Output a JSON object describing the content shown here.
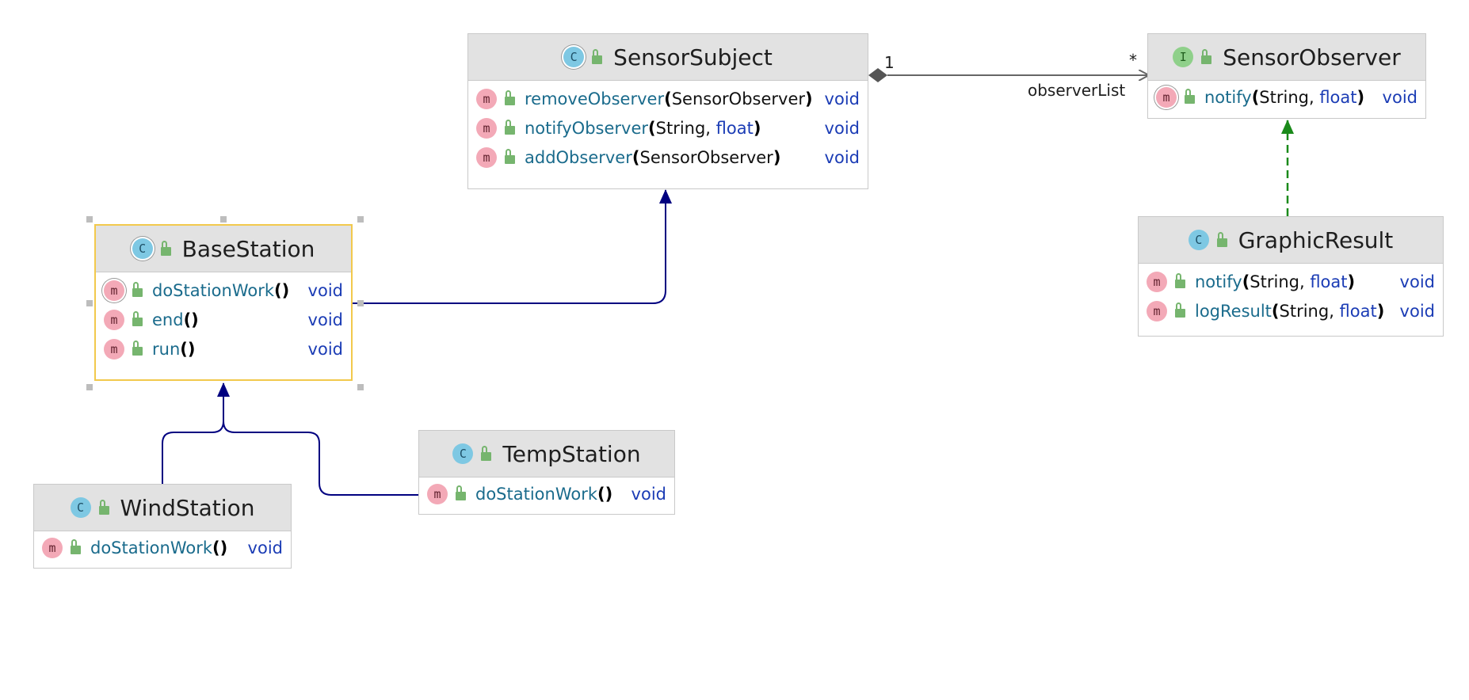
{
  "classes": {
    "sensor_subject": {
      "name": "SensorSubject",
      "kind_icon": "C",
      "methods": [
        {
          "name": "removeObserver",
          "open": "(",
          "params": "SensorObserver",
          "close": ")",
          "return": "void"
        },
        {
          "name": "notifyObserver",
          "open": "(",
          "params_a": "String, ",
          "params_kw": "float",
          "close": ")",
          "return": "void"
        },
        {
          "name": "addObserver",
          "open": "(",
          "params": "SensorObserver",
          "close": ")",
          "return": "void"
        }
      ]
    },
    "sensor_observer": {
      "name": "SensorObserver",
      "kind_icon": "I",
      "methods": [
        {
          "name": "notify",
          "open": "(",
          "params_a": "String, ",
          "params_kw": "float",
          "close": ")",
          "return": "void"
        }
      ]
    },
    "graphic_result": {
      "name": "GraphicResult",
      "kind_icon": "C",
      "methods": [
        {
          "name": "notify",
          "open": "(",
          "params_a": "String, ",
          "params_kw": "float",
          "close": ")",
          "return": "void"
        },
        {
          "name": "logResult",
          "open": "(",
          "params_a": "String, ",
          "params_kw": "float",
          "close": ")",
          "return": "void"
        }
      ]
    },
    "base_station": {
      "name": "BaseStation",
      "kind_icon": "C",
      "methods": [
        {
          "name": "doStationWork",
          "open": "(",
          "close": ")",
          "return": "void"
        },
        {
          "name": "end",
          "open": "(",
          "close": ")",
          "return": "void"
        },
        {
          "name": "run",
          "open": "(",
          "close": ")",
          "return": "void"
        }
      ]
    },
    "temp_station": {
      "name": "TempStation",
      "kind_icon": "C",
      "methods": [
        {
          "name": "doStationWork",
          "open": "(",
          "close": ")",
          "return": "void"
        }
      ]
    },
    "wind_station": {
      "name": "WindStation",
      "kind_icon": "C",
      "methods": [
        {
          "name": "doStationWork",
          "open": "(",
          "close": ")",
          "return": "void"
        }
      ]
    }
  },
  "method_icon": "m",
  "association": {
    "source_multiplicity": "1",
    "target_multiplicity": "*",
    "role": "observerList"
  },
  "colors": {
    "inheritance": "#000080",
    "realization": "#1a8a1a",
    "association": "#666666",
    "selection": "#f2c94c"
  }
}
